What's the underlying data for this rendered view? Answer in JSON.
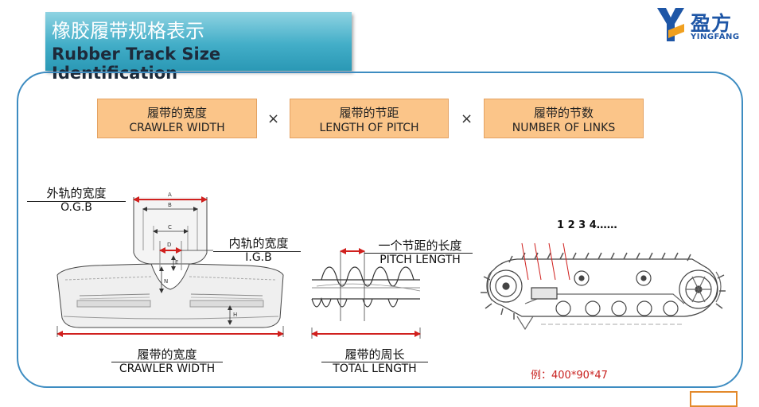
{
  "title": {
    "cn": "橡胶履带规格表示",
    "en": "Rubber Track Size Identification"
  },
  "logo": {
    "cn": "盈方",
    "en": "YINGFANG"
  },
  "formula": [
    {
      "cn": "履带的宽度",
      "en": "CRAWLER WIDTH"
    },
    {
      "cn": "履带的节距",
      "en": "LENGTH OF PITCH"
    },
    {
      "cn": "履带的节数",
      "en": "NUMBER OF LINKS"
    }
  ],
  "multiply_symbol": "×",
  "labels": {
    "ogb": {
      "cn": "外轨的宽度",
      "en": "O.G.B"
    },
    "igb": {
      "cn": "内轨的宽度",
      "en": "I.G.B"
    },
    "crawler_width": {
      "cn": "履带的宽度",
      "en": "CRAWLER WIDTH"
    },
    "pitch_length": {
      "cn": "一个节距的长度",
      "en": "PITCH LENGTH"
    },
    "total_length": {
      "cn": "履带的周长",
      "en": "TOTAL LENGTH"
    }
  },
  "dimension_letters": [
    "A",
    "B",
    "C",
    "D",
    "E",
    "N",
    "H"
  ],
  "link_numbers": "1  2  3  4……",
  "example": "例：400*90*47",
  "colors": {
    "accent_red": "#d0201e",
    "banner": "#43aec8",
    "formula_box": "#fbc589",
    "frame": "#3d8cc1",
    "logo_blue": "#1e56a6"
  }
}
